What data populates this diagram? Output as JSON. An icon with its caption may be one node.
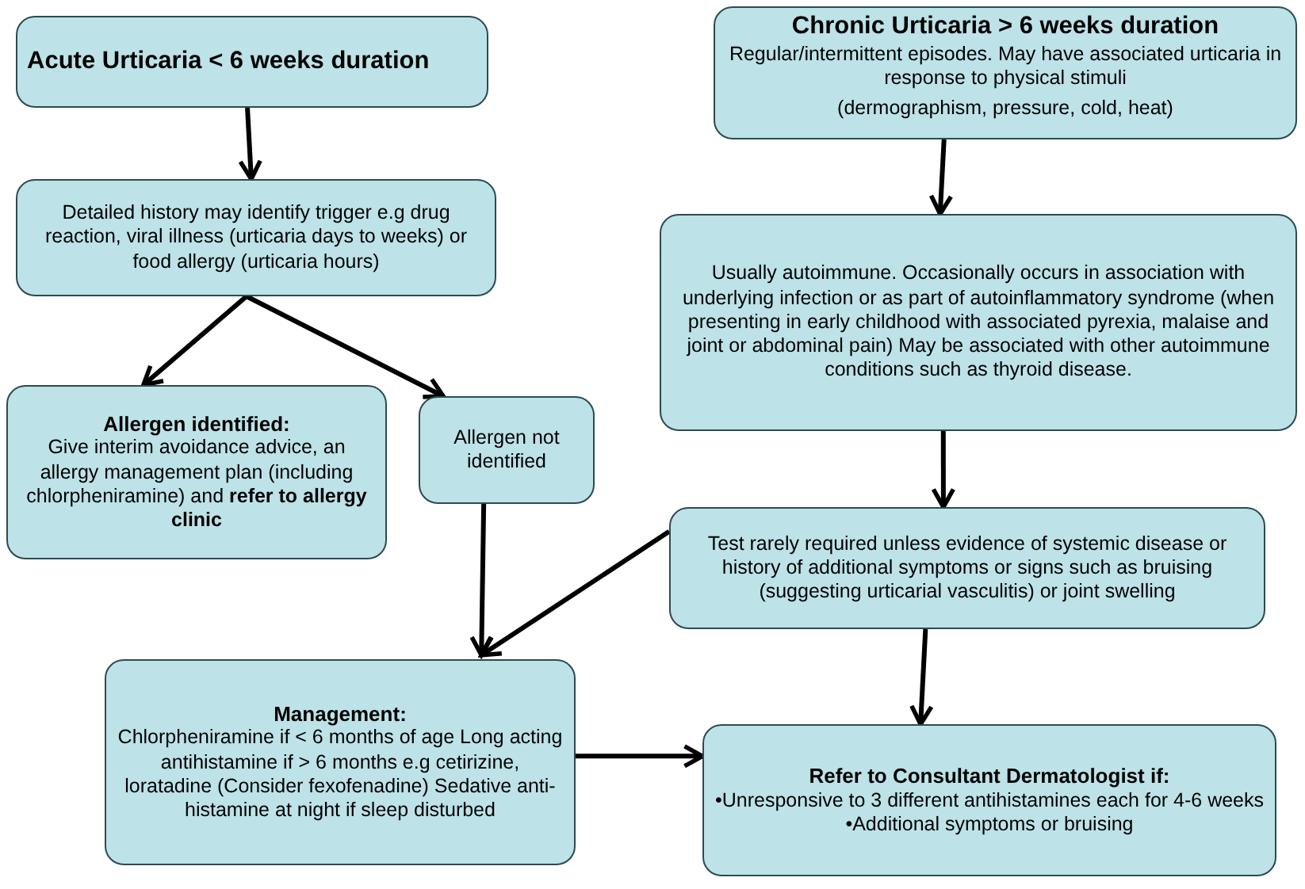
{
  "diagram": {
    "nodes": [
      {
        "text": [
          "Acute Urticaria  < 6 weeks duration"
        ]
      },
      {
        "text": [
          "Detailed history may identify trigger e.g drug reaction, viral illness (urticaria days to weeks) or food allergy (urticaria hours)"
        ]
      },
      {
        "text": [
          "Allergen identified:",
          "Give interim avoidance advice, an allergy management plan (including chlorpheniramine) and **refer to allergy clinic**"
        ]
      },
      {
        "text": [
          "Allergen not identified"
        ]
      },
      {
        "text": [
          "**Management**:",
          "Chlorpheniramine if < 6 months of age Long acting antihistamine if > 6 months e.g cetirizine, loratadine (Consider fexofenadine) Sedative anti-histamine at night if sleep disturbed"
        ]
      },
      {
        "text": [
          "Chronic Urticaria  > 6 weeks duration",
          "Regular/intermittent episodes. May have associated urticaria in response to physical stimuli",
          "(dermographism, pressure, cold, heat)"
        ]
      },
      {
        "text": [
          "Usually autoimmune. Occasionally occurs in association with underlying infection or as part of autoinflammatory syndrome (when presenting in early childhood with associated pyrexia, malaise and joint or abdominal pain) May be associated with other autoimmune conditions such as thyroid disease."
        ]
      },
      {
        "text": [
          "Test rarely required unless evidence of systemic disease or history of additional symptoms or signs such as bruising (suggesting urticarial vasculitis) or joint swelling"
        ]
      },
      {
        "text": [
          "**Refer to Consultant Dermatologist** if:",
          "•Unresponsive to 3 different antihistamines each for 4-6 weeks",
          "•Additional symptoms or bruising"
        ]
      }
    ],
    "edges": [
      {
        "from": 0,
        "to": 1,
        "arrow": "to"
      },
      {
        "from": 1,
        "to": 2,
        "arrow": "to"
      },
      {
        "from": 1,
        "to": 3,
        "arrow": "to"
      },
      {
        "from": 3,
        "to": 4,
        "arrow": "to"
      },
      {
        "from": 5,
        "to": 6,
        "arrow": "to"
      },
      {
        "from": 6,
        "to": 7,
        "arrow": "to"
      },
      {
        "from": 7,
        "to": 4,
        "arrow": "to"
      },
      {
        "from": 7,
        "to": 8,
        "arrow": "to"
      },
      {
        "from": 4,
        "to": 8,
        "arrow": "to"
      }
    ]
  }
}
